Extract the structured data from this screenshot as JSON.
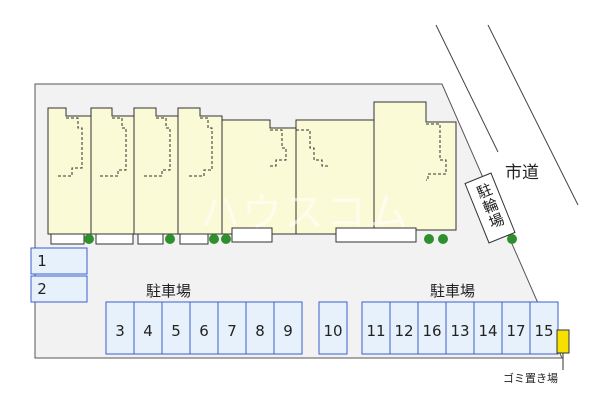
{
  "labels": {
    "road": "市道",
    "parking_left": "駐車場",
    "parking_right": "駐車場",
    "bicycle_parking": "駐輪場",
    "garbage": "ゴミ置き場",
    "watermark": "ハウスコム"
  },
  "parking_slots_side": [
    "1",
    "2"
  ],
  "parking_row_left": [
    "3",
    "4",
    "5",
    "6",
    "7",
    "8",
    "9"
  ],
  "parking_single": [
    "10"
  ],
  "parking_row_right": [
    "11",
    "12",
    "16",
    "13",
    "14",
    "17",
    "15"
  ],
  "colors": {
    "lot": "#f2f2f2",
    "lot_outline": "#555555",
    "building": "#fbfad6",
    "building_outline": "#333333",
    "slot_fill": "#e7f1fb",
    "slot_outline": "#3a5fcd",
    "tree": "#2f8f2f",
    "garbage_fill": "#f5e000"
  }
}
